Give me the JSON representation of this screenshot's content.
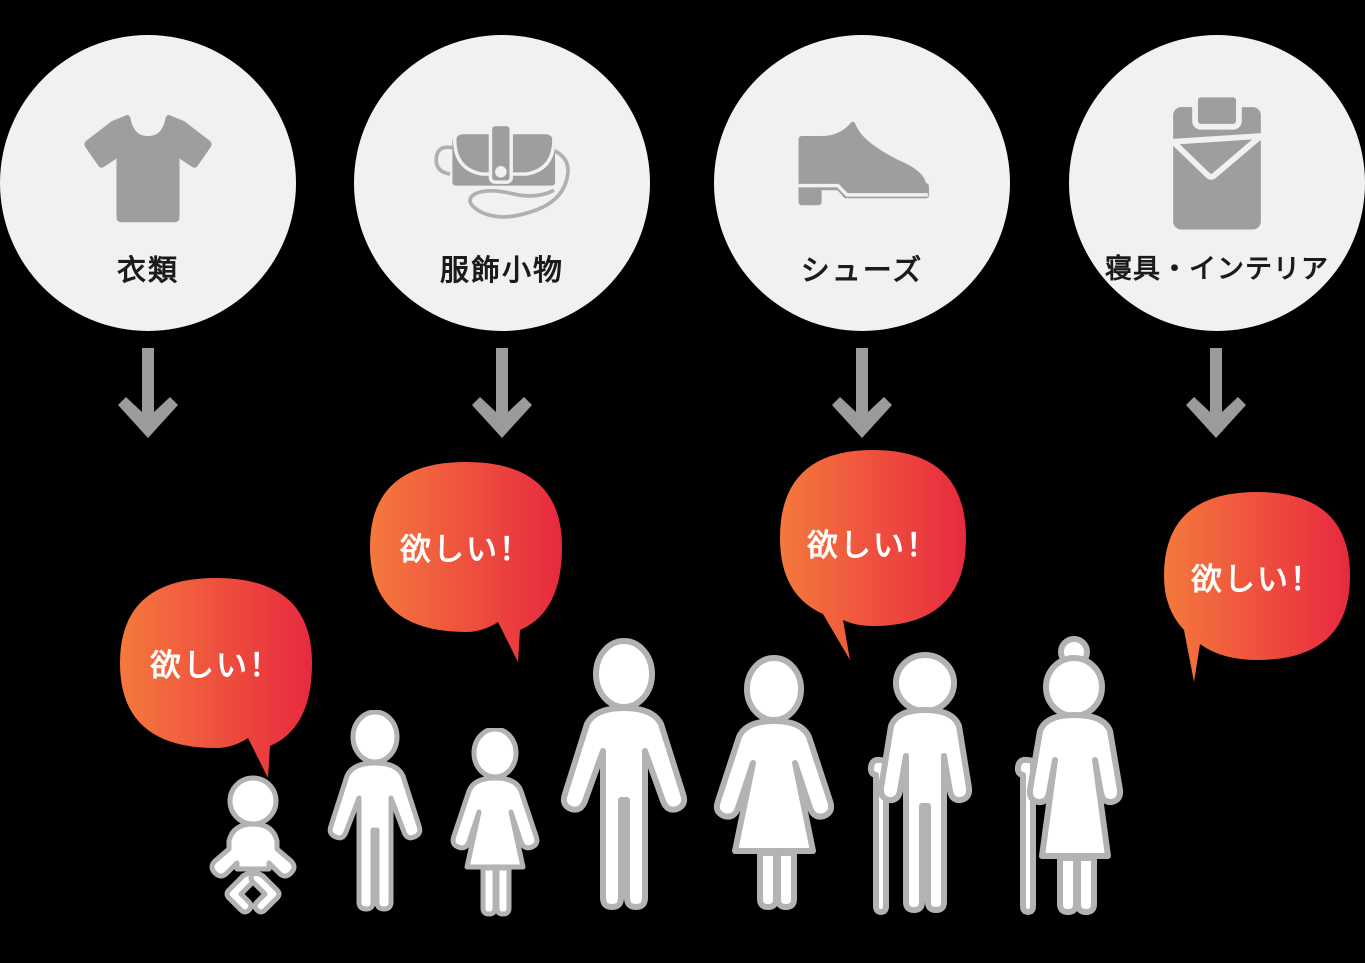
{
  "colors": {
    "background": "#000000",
    "circle_fill": "#f1f1f1",
    "icon_gray": "#9e9e9e",
    "arrow_gray": "#9b9b9b",
    "label_text": "#1b1b1b",
    "bubble_gradient_start": "#f5793d",
    "bubble_gradient_end": "#e8293f",
    "bubble_text": "#ffffff",
    "person_fill": "#ffffff",
    "person_stroke": "#b3b3b3"
  },
  "categories": [
    {
      "id": "clothing",
      "label": "衣類",
      "icon": "tshirt-icon"
    },
    {
      "id": "accessory",
      "label": "服飾小物",
      "icon": "handbag-icon"
    },
    {
      "id": "shoes",
      "label": "シューズ",
      "icon": "dress-shoe-icon"
    },
    {
      "id": "bedding",
      "label": "寝具・インテリア",
      "icon": "bedding-icon"
    }
  ],
  "arrows": [
    {
      "id": "arrow-clothing",
      "direction": "down"
    },
    {
      "id": "arrow-accessory",
      "direction": "down"
    },
    {
      "id": "arrow-shoes",
      "direction": "down"
    },
    {
      "id": "arrow-bedding",
      "direction": "down"
    }
  ],
  "bubbles": [
    {
      "id": "bubble-baby",
      "text": "欲しい！",
      "tail": "down-right"
    },
    {
      "id": "bubble-child",
      "text": "欲しい！",
      "tail": "down-right"
    },
    {
      "id": "bubble-adult",
      "text": "欲しい！",
      "tail": "down-left"
    },
    {
      "id": "bubble-senior",
      "text": "欲しい！",
      "tail": "down-left"
    }
  ],
  "people": [
    {
      "id": "baby",
      "figure": "baby-figure"
    },
    {
      "id": "boy",
      "figure": "boy-figure"
    },
    {
      "id": "girl",
      "figure": "girl-figure"
    },
    {
      "id": "adult-man",
      "figure": "man-figure"
    },
    {
      "id": "adult-woman",
      "figure": "woman-figure"
    },
    {
      "id": "elderly-man",
      "figure": "elderly-man-figure"
    },
    {
      "id": "elderly-woman",
      "figure": "elderly-woman-figure"
    }
  ]
}
